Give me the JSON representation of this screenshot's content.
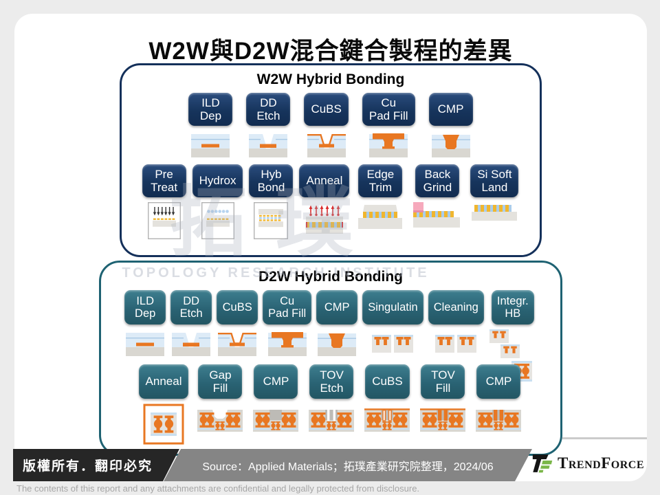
{
  "slide": {
    "title": "W2W與D2W混合鍵合製程的差異"
  },
  "watermark": {
    "cjk": "拓璞",
    "latin": "TOPOLOGY RESEARCH INSTITUTE"
  },
  "w2w": {
    "title": "W2W Hybrid Bonding",
    "row1": [
      {
        "label": "ILD\nDep",
        "icon": "wafer-ild"
      },
      {
        "label": "DD\nEtch",
        "icon": "wafer-etch"
      },
      {
        "label": "CuBS",
        "icon": "wafer-cubs"
      },
      {
        "label": "Cu\nPad Fill",
        "icon": "wafer-fill"
      },
      {
        "label": "CMP",
        "icon": "wafer-cmp"
      }
    ],
    "row2": [
      {
        "label": "Pre\nTreat",
        "icon": "pretreat-chamber"
      },
      {
        "label": "Hydrox",
        "icon": "hydrox-chamber"
      },
      {
        "label": "Hyb\nBond",
        "icon": "hybbond-chamber"
      },
      {
        "label": "Anneal",
        "icon": "anneal-wafer"
      },
      {
        "label": "Edge\nTrim",
        "icon": "edgetrim-wafer"
      },
      {
        "label": "Back\nGrind",
        "icon": "backgrind-wafer"
      },
      {
        "label": "Si Soft\nLand",
        "icon": "sisoftland-wafer"
      }
    ]
  },
  "d2w": {
    "title": "D2W Hybrid Bonding",
    "row1": [
      {
        "label": "ILD\nDep",
        "icon": "wafer-ild"
      },
      {
        "label": "DD\nEtch",
        "icon": "wafer-etch"
      },
      {
        "label": "CuBS",
        "icon": "wafer-cubs"
      },
      {
        "label": "Cu\nPad Fill",
        "icon": "wafer-fill"
      },
      {
        "label": "CMP",
        "icon": "wafer-cmp"
      },
      {
        "label": "Singulatin",
        "icon": "dies-pair"
      },
      {
        "label": "Cleaning",
        "icon": "dies-pair"
      },
      {
        "label": "Integr.\nHB",
        "icon": "integr-hb-stack"
      }
    ],
    "row2": [
      {
        "label": "Anneal",
        "icon": "anneal-die"
      },
      {
        "label": "Gap\nFill",
        "icon": "gapfill-die"
      },
      {
        "label": "CMP",
        "icon": "cmp-die"
      },
      {
        "label": "TOV\nEtch",
        "icon": "tov-etch-die"
      },
      {
        "label": "CuBS",
        "icon": "cubs-die"
      },
      {
        "label": "TOV\nFill",
        "icon": "tov-fill-die"
      },
      {
        "label": "CMP",
        "icon": "cmp-final-die"
      }
    ]
  },
  "footer": {
    "copyright": "版權所有．翻印必究",
    "source": "Source：Applied Materials；拓璞產業研究院整理，2024/06",
    "brand_parts": [
      "T",
      "REND",
      "F",
      "ORCE"
    ],
    "disclaimer": "The contents of this report and any attachments are confidential and legally protected from disclosure."
  },
  "colors": {
    "navy": "#17355E",
    "teal": "#2E6F7F",
    "orange": "#E87722",
    "bar_black": "#262626",
    "bar_gray": "#858585",
    "background": "#ECECEC",
    "brand_green": "#7AB648",
    "stripe_yellow": "#F0B62F",
    "stripe_blue": "#A9CDEC",
    "grind_pink": "#F6A9BC",
    "anneal_red": "#D92B2B"
  }
}
